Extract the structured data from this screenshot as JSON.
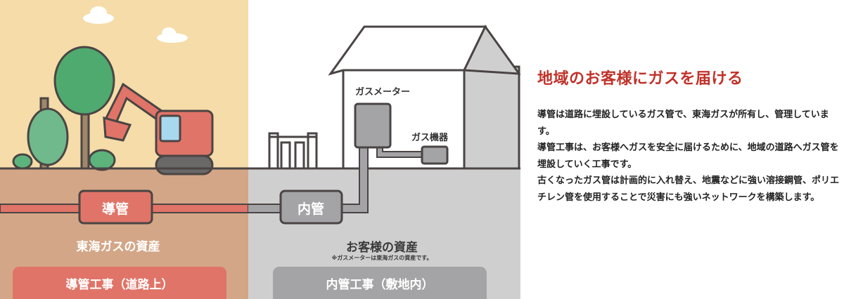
{
  "illustration": {
    "meter_label": "ガスメーター",
    "appliance_label": "ガス機器",
    "main_pipe_label": "導管",
    "inner_pipe_label": "内管",
    "company_asset": "東海ガスの資産",
    "customer_asset": "お客様の資産",
    "customer_asset_note": "※ガスメーターは東海ガスの資産です。",
    "main_pipe_work_button": "導管工事（道路上）",
    "inner_pipe_work_button": "内管工事（敷地内）"
  },
  "colors": {
    "red": "#e07468",
    "grey": "#a4a4a6",
    "heading": "#c0322a"
  },
  "text": {
    "heading": "地域のお客様にガスを届ける",
    "paragraphs": [
      "導管は道路に埋設しているガス管で、東海ガスが所有し、管理しています。",
      "導管工事は、お客様へガスを安全に届けるために、地域の道路へガス管を埋設していく工事です。",
      "古くなったガス管は計画的に入れ替え、地震などに強い溶接鋼管、ポリエチレン管を使用することで災害にも強いネットワークを構築します。"
    ]
  }
}
